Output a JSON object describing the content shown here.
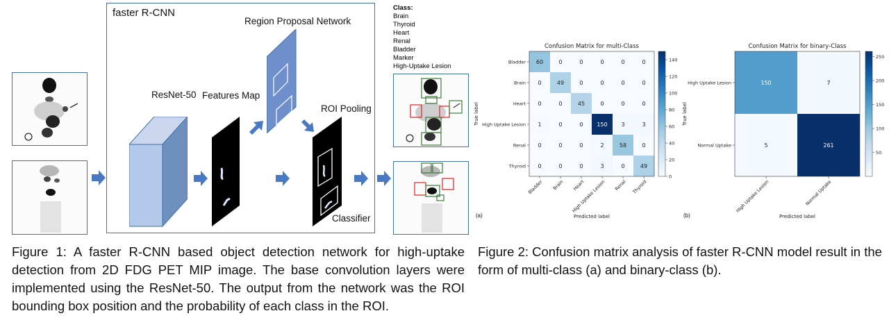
{
  "fig1": {
    "frame_title": "faster R-CNN",
    "labels": {
      "rpn": "Region Proposal Network",
      "resnet": "ResNet-50",
      "features": "Features Map",
      "roi_pooling": "ROI Pooling",
      "classifier": "Classifier"
    },
    "class_legend_title": "Class:",
    "class_legend": [
      "Brain",
      "Thyroid",
      "Heart",
      "Renal",
      "Bladder",
      "Marker",
      "High-Uptake Lesion"
    ],
    "caption": "Figure 1: A faster R-CNN based object detection network for high-uptake detection from 2D FDG PET MIP image. The base convolution layers were implemented using the ResNet-50. The output from the network was the ROI bounding box position and the probability of each class in the ROI."
  },
  "fig2": {
    "caption": "Figure 2: Confusion matrix analysis of faster R-CNN model result in the form of multi-class (a) and binary-class (b).",
    "panel_a_label": "(a)",
    "panel_b_label": "(b)"
  },
  "chart_data": [
    {
      "type": "heatmap",
      "title": "Confusion Matrix for multi-Class",
      "xlabel": "Predicted label",
      "ylabel": "True label",
      "rows": [
        "Bladder",
        "Brain",
        "Heart",
        "High Uptake Lesion",
        "Renal",
        "Thyroid"
      ],
      "cols": [
        "Bladder",
        "Brain",
        "Heart",
        "High Uptake Lesion",
        "Renal",
        "Thyroid"
      ],
      "values": [
        [
          60,
          0,
          0,
          0,
          0,
          0
        ],
        [
          0,
          49,
          0,
          0,
          0,
          0
        ],
        [
          0,
          0,
          45,
          0,
          0,
          0
        ],
        [
          1,
          0,
          0,
          150,
          3,
          3
        ],
        [
          0,
          0,
          0,
          2,
          58,
          0
        ],
        [
          0,
          0,
          0,
          3,
          0,
          49
        ]
      ],
      "colorbar_ticks": [
        0,
        20,
        40,
        60,
        80,
        100,
        120,
        140
      ],
      "vmax": 150,
      "colormap": [
        "#f7fbff",
        "#08306b"
      ]
    },
    {
      "type": "heatmap",
      "title": "Confusion Matrix for binary-Class",
      "xlabel": "Predicted label",
      "ylabel": "True label",
      "rows": [
        "High Uptake Lesion",
        "Normal Uptake"
      ],
      "cols": [
        "High Uptake Lesion",
        "Normal Uptake"
      ],
      "values": [
        [
          150,
          7
        ],
        [
          5,
          261
        ]
      ],
      "colorbar_ticks": [
        50,
        100,
        150,
        200,
        250
      ],
      "vmax": 261,
      "colormap": [
        "#f7fbff",
        "#08306b"
      ]
    }
  ]
}
